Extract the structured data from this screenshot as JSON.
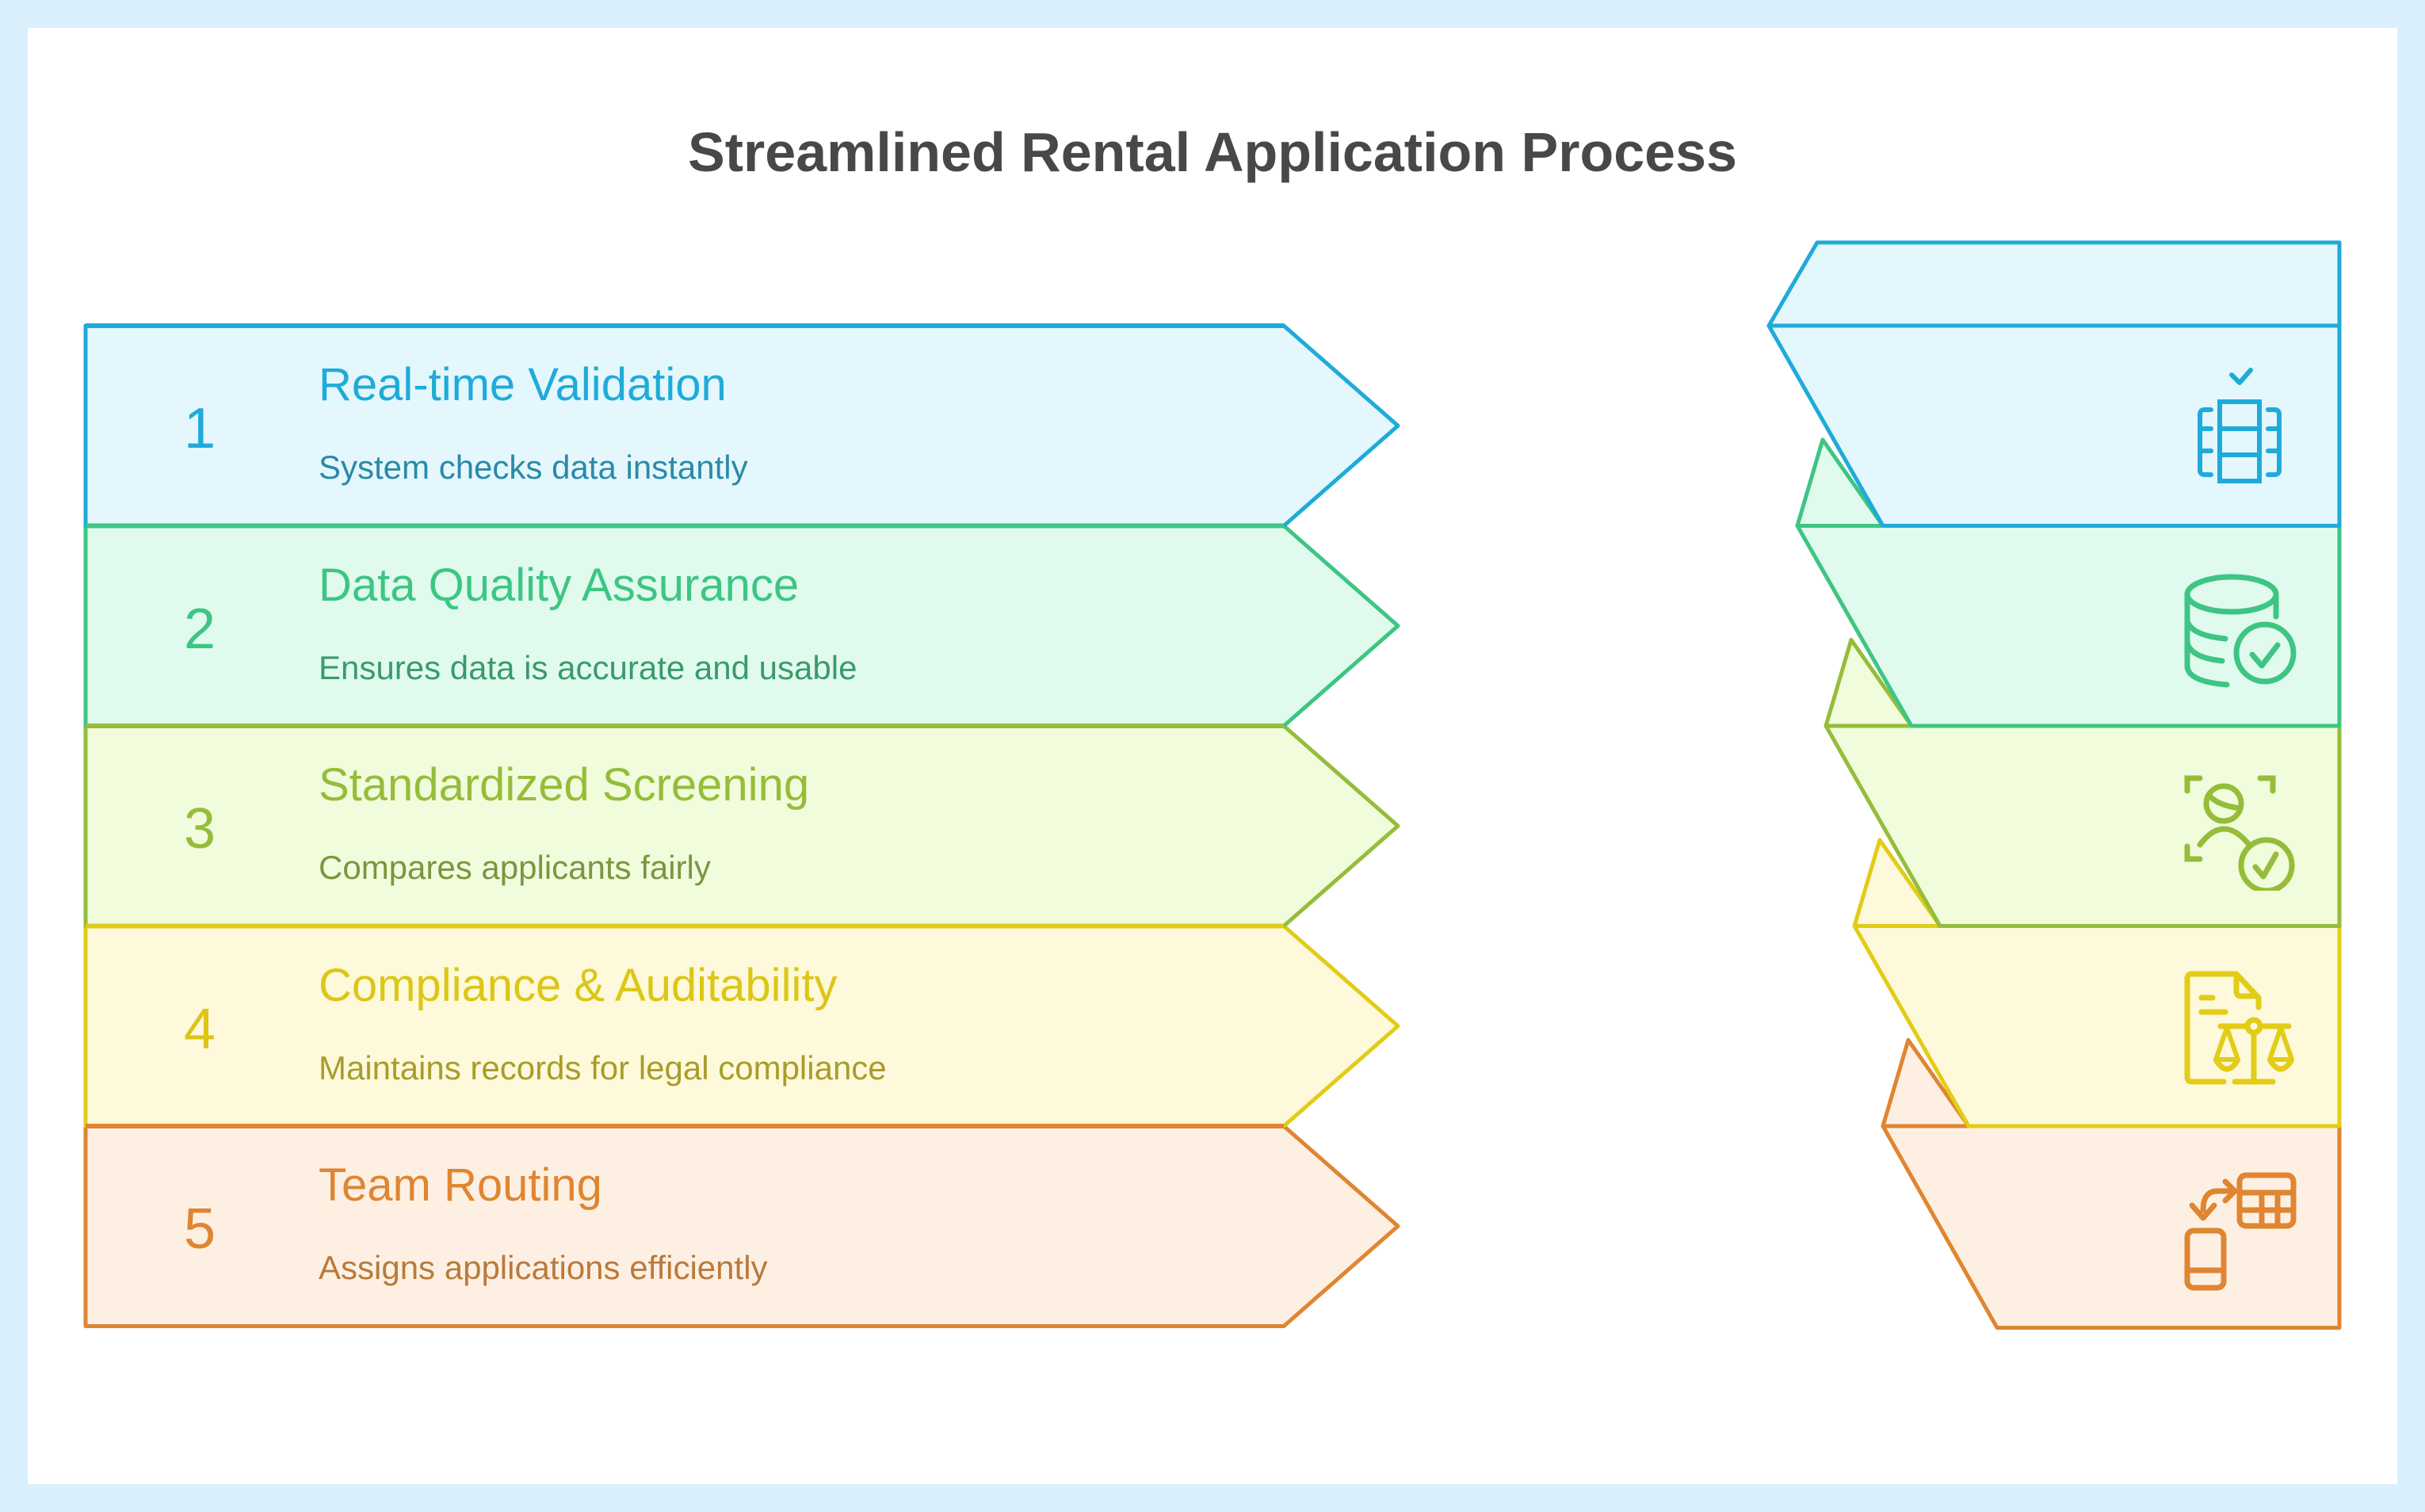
{
  "title": "Streamlined Rental Application Process",
  "steps": [
    {
      "number": "1",
      "title": "Real-time Validation",
      "description": "System checks data instantly",
      "icon": "database-validation-icon",
      "colors": {
        "stroke": "#1fabd9",
        "fill": "#e4f7fd",
        "text": "#1fabd9",
        "desc": "#2a8aa8"
      }
    },
    {
      "number": "2",
      "title": "Data Quality Assurance",
      "description": "Ensures data is accurate and usable",
      "icon": "database-check-icon",
      "colors": {
        "stroke": "#3ec583",
        "fill": "#e0fbee",
        "text": "#3ec583",
        "desc": "#3a9a6b"
      }
    },
    {
      "number": "3",
      "title": "Standardized Screening",
      "description": "Compares applicants fairly",
      "icon": "user-scan-check-icon",
      "colors": {
        "stroke": "#95bd3a",
        "fill": "#f1fcdc",
        "text": "#95bd3a",
        "desc": "#7a9640"
      }
    },
    {
      "number": "4",
      "title": "Compliance & Auditability",
      "description": "Maintains records for legal compliance",
      "icon": "document-scales-icon",
      "colors": {
        "stroke": "#e2cc17",
        "fill": "#fdf9da",
        "text": "#dcc616",
        "desc": "#a99c2a"
      }
    },
    {
      "number": "5",
      "title": "Team Routing",
      "description": "Assigns applications efficiently",
      "icon": "device-table-transfer-icon",
      "colors": {
        "stroke": "#e08531",
        "fill": "#fdf0e3",
        "text": "#e08531",
        "desc": "#b97a3c"
      }
    }
  ]
}
